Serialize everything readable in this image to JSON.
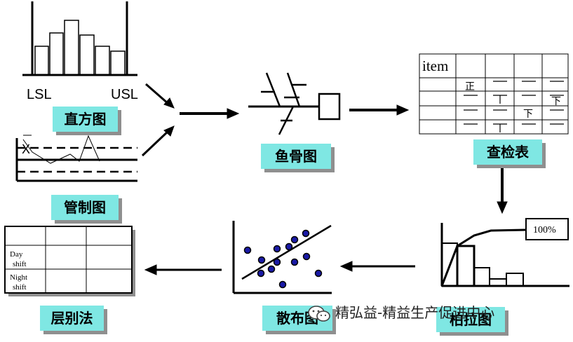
{
  "tools": {
    "histogram": {
      "name": "直方图",
      "lsl": "LSL",
      "usl": "USL"
    },
    "control_chart": {
      "name": "管制图",
      "marker": "X"
    },
    "fishbone": {
      "name": "鱼骨图"
    },
    "check_sheet": {
      "name": "查检表",
      "header": "item",
      "tally_marks": [
        "正",
        "下",
        "下"
      ]
    },
    "pareto": {
      "name": "柏拉图",
      "percent_label": "100%"
    },
    "scatter": {
      "name": "散布图"
    },
    "stratification": {
      "name": "层别法",
      "row_labels": [
        {
          "line1": "Day",
          "line2": "shift"
        },
        {
          "line1": "Night",
          "line2": "shift"
        }
      ]
    }
  },
  "watermark": {
    "text": "精弘益-精益生产促进中心",
    "icon": "wechat-icon"
  },
  "colors": {
    "label_bg": "#7fe7e3",
    "label_shadow": "#8f8f8f",
    "dot_fill": "#1a1aa6",
    "line": "#000000"
  }
}
